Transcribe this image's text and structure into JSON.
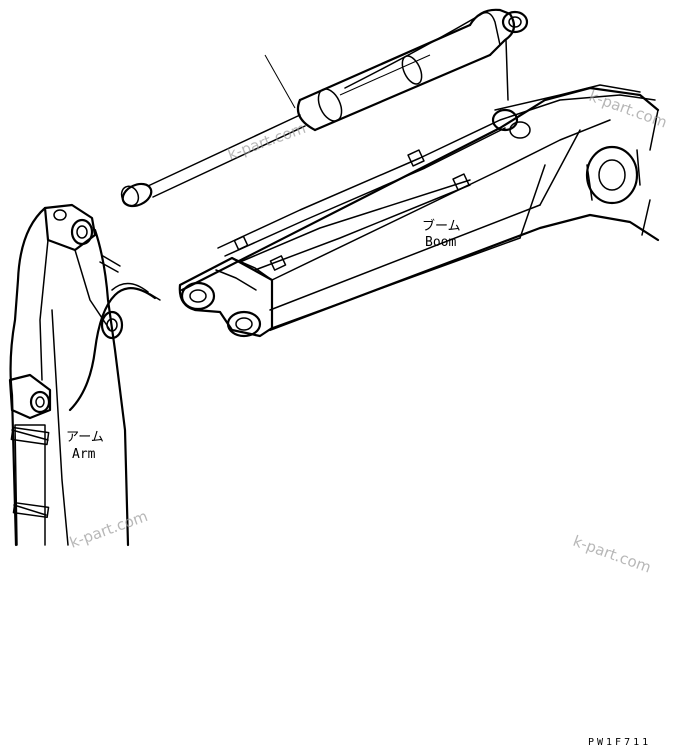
{
  "labels": {
    "boom_jp": "ブーム",
    "boom_en": "Boom",
    "arm_jp": "アーム",
    "arm_en": "Arm"
  },
  "figure_code": "PW1F711",
  "watermarks": [
    "k-part.com",
    "k-part.com",
    "k-part.com",
    "k-part.com"
  ]
}
